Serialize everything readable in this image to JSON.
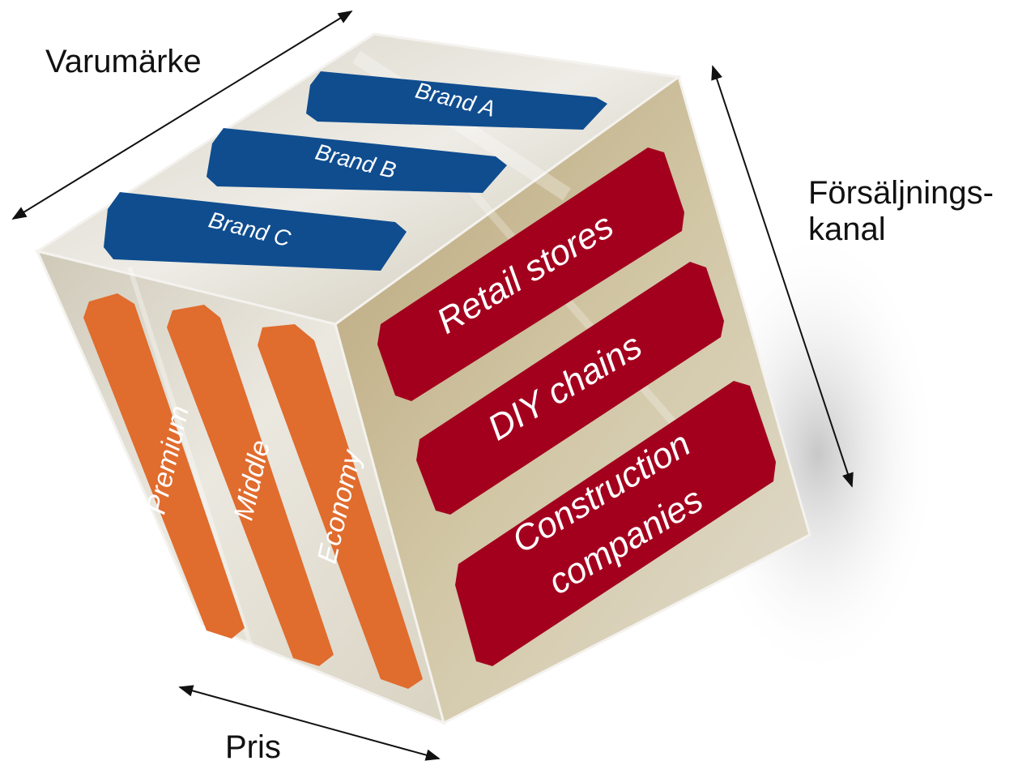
{
  "axes": {
    "brand": "Varumärke",
    "channel_line1": "Försäljnings-",
    "channel_line2": "kanal",
    "price": "Pris"
  },
  "top_face": {
    "color": "#0f4d8f",
    "tiles": [
      "Brand A",
      "Brand B",
      "Brand C"
    ]
  },
  "left_face": {
    "color": "#e06c2e",
    "tiles": [
      "Premium",
      "Middle",
      "Economy"
    ]
  },
  "right_face": {
    "color": "#a3001e",
    "tiles": [
      {
        "line1": "Retail stores",
        "line2": ""
      },
      {
        "line1": "DIY chains",
        "line2": ""
      },
      {
        "line1": "Construction",
        "line2": "companies"
      }
    ]
  }
}
